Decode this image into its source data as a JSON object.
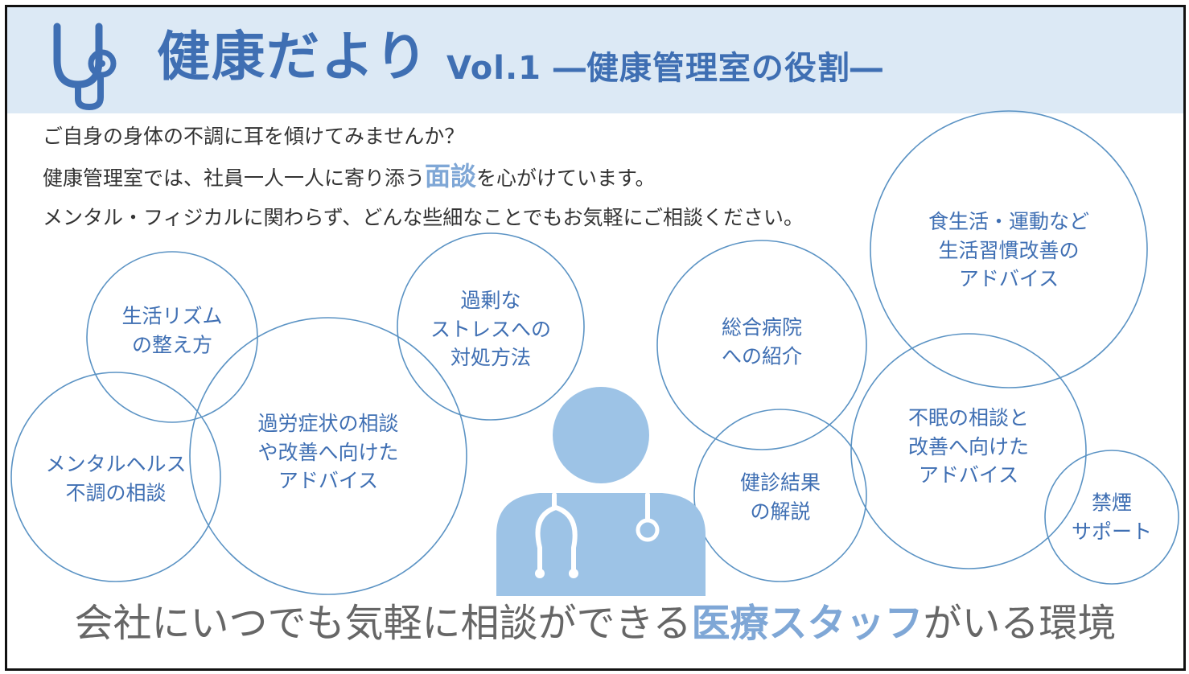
{
  "header": {
    "title": "健康だより",
    "subtitle": "Vol.1 ―健康管理室の役割―"
  },
  "intro": {
    "line1": "ご自身の身体の不調に耳を傾けてみませんか？",
    "line2_before": "健康管理室では、社員一人一人に寄り添う",
    "line2_highlight": "面談",
    "line2_after": "を心がけています。",
    "line3": "メンタル・フィジカルに関わらず、どんな些細なことでもお気軽にご相談ください。"
  },
  "topics": [
    {
      "line1": "生活リズム",
      "line2": "の整え方",
      "line3": ""
    },
    {
      "line1": "メンタルヘルス",
      "line2": "不調の相談",
      "line3": ""
    },
    {
      "line1": "過労症状の相談",
      "line2": "や改善へ向けた",
      "line3": "アドバイス"
    },
    {
      "line1": "過剰な",
      "line2": "ストレスへの",
      "line3": "対処方法"
    },
    {
      "line1": "総合病院",
      "line2": "への紹介",
      "line3": ""
    },
    {
      "line1": "健診結果",
      "line2": "の解説",
      "line3": ""
    },
    {
      "line1": "食生活・運動など",
      "line2": "生活習慣改善の",
      "line3": "アドバイス"
    },
    {
      "line1": "不眠の相談と",
      "line2": "改善へ向けた",
      "line3": "アドバイス"
    },
    {
      "line1": "禁煙",
      "line2": "サポート",
      "line3": ""
    }
  ],
  "footer": {
    "before": "会社にいつでも気軽に相談ができる",
    "highlight": "医療スタッフ",
    "after": "がいる環境"
  },
  "colors": {
    "header_bg": "#dce9f5",
    "accent": "#3f6fb3",
    "highlight": "#7fa7d6",
    "circle_stroke": "#5b93c4",
    "doctor": "#9dc3e6",
    "body_text": "#333333",
    "footer_text": "#666666"
  },
  "icons": [
    "stethoscope-icon",
    "doctor-icon"
  ]
}
